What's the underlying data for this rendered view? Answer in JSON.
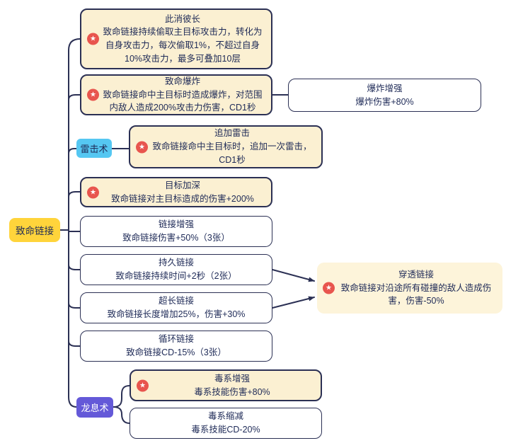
{
  "colors": {
    "connector_line": "#2b3054",
    "text": "#1e2a57",
    "node_cream_bg": "#fbf0d2",
    "node_cream_borderless_bg": "#fdf4da",
    "node_white_bg": "#ffffff",
    "root_bg": "#ffd43b",
    "thunder_tag_bg": "#55c7f2",
    "dragon_tag_bg": "#6459d8",
    "dragon_tag_text": "#ffffff",
    "star_badge_bg": "#e8554e",
    "star_badge_glyph_color": "#ffffff"
  },
  "icons": {
    "star": "★"
  },
  "root": {
    "label": "致命链接"
  },
  "branches": {
    "cixiaobizhang": {
      "title": "此消彼长",
      "body": "致命链接持续偷取主目标攻击力，转化为自身攻击力，每次偷取1%，不超过自身10%攻击力，最多可叠加10层"
    },
    "zhimingbaozha": {
      "title": "致命爆炸",
      "body": "致命链接命中主目标时造成爆炸，对范围内敌人造成200%攻击力伤害，CD1秒"
    },
    "baozhazengqiang": {
      "title": "爆炸增强",
      "body": "爆炸伤害+80%"
    },
    "leijishu": {
      "label": "雷击术"
    },
    "zhuijialeiji": {
      "title": "追加雷击",
      "body": "致命链接命中主目标时，追加一次雷击，CD1秒"
    },
    "mubiaojiashen": {
      "title": "目标加深",
      "body": "致命链接对主目标造成的伤害+200%"
    },
    "lianjiezengqiang": {
      "title": "链接增强",
      "body": "致命链接伤害+50%（3张）"
    },
    "chijiulianjie": {
      "title": "持久链接",
      "body": "致命链接持续时间+2秒（2张）"
    },
    "chaochanglianjie": {
      "title": "超长链接",
      "body": "致命链接长度增加25%，伤害+30%"
    },
    "chuantoulianjie": {
      "title": "穿透链接",
      "body": "致命链接对沿途所有碰撞的敌人造成伤害，伤害-50%"
    },
    "xunhuanlianjie": {
      "title": "循环链接",
      "body": "致命链接CD-15%（3张）"
    },
    "longxishu": {
      "label": "龙息术"
    },
    "duxizengqiang": {
      "title": "毒系增强",
      "body": "毒系技能伤害+80%"
    },
    "duxisuojian": {
      "title": "毒系缩减",
      "body": "毒系技能CD-20%"
    }
  }
}
